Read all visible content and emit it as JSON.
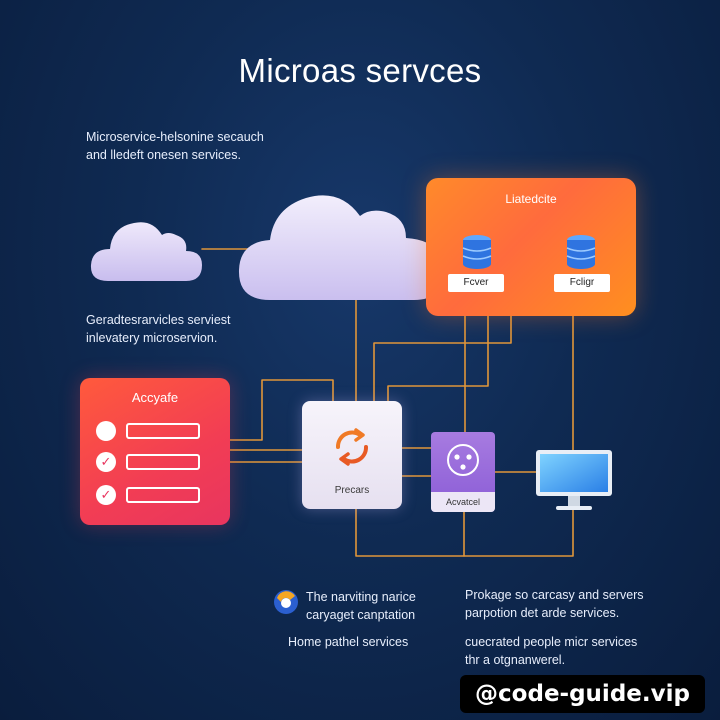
{
  "title": "Microas servces",
  "intro": {
    "line1": "Microservice-helsonine secauch",
    "line2": "and lledeft onesen services."
  },
  "mid_text": {
    "line1": "Geradtesrarvicles serviest",
    "line2": "inlevatery microservion."
  },
  "orange_node": {
    "title": "Liatedcite",
    "db_left_label": "Fcver",
    "db_right_label": "Fcligr",
    "icon": "database-icon"
  },
  "red_node": {
    "title": "Accyafe",
    "items": [
      {
        "checked": false
      },
      {
        "checked": true
      },
      {
        "checked": true
      }
    ]
  },
  "center_node": {
    "label": "Precars",
    "icon": "refresh-cycle-icon"
  },
  "purple_node": {
    "label": "Acvatcel",
    "icon": "face-icon"
  },
  "monitor": {
    "icon": "desktop-monitor-icon"
  },
  "bottom_left": {
    "icon": "swirl-logo-icon",
    "line1": "The narviting narice",
    "line2": "caryaget canptation",
    "line3": "Home pathel services"
  },
  "bottom_right": {
    "line1": "Prokage so carcasy and servers",
    "line2": "parpotion det arde services.",
    "line3": "cuecrated people micr services",
    "line4": "thr a otgnanwerel."
  },
  "watermark": "@code-guide.vip",
  "colors": {
    "background": "#0f2a52",
    "wire": "#e0963a",
    "orange": "#ff7a30",
    "red": "#f23d54",
    "purple": "#8a5cd6",
    "cloud": "#ddd6f3"
  }
}
